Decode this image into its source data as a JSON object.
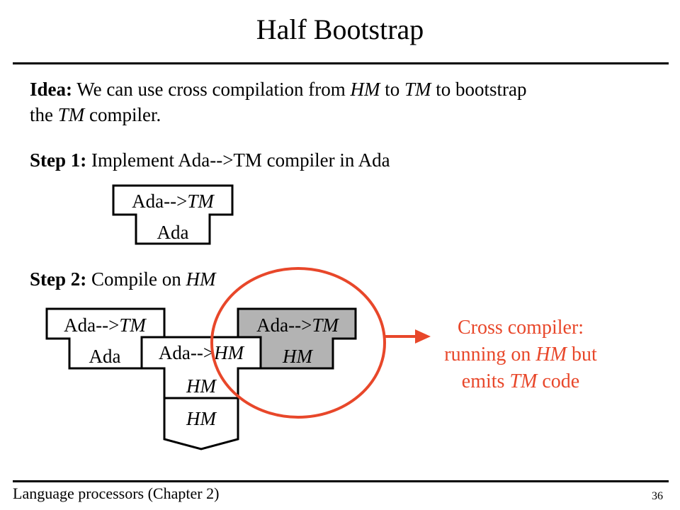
{
  "title": "Half Bootstrap",
  "idea": {
    "label": "Idea:",
    "p1": " We can use cross compilation from ",
    "hm": "HM",
    "p2": " to ",
    "tm": "TM",
    "p3": " to bootstrap",
    "line2a": "the ",
    "line2tm": "TM",
    "line2b": " compiler."
  },
  "step1": {
    "label": "Step 1:",
    "text": " Implement Ada-->TM compiler in Ada"
  },
  "step2": {
    "label": "Step 2:",
    "text": " Compile on ",
    "hm": "HM"
  },
  "diagram": {
    "step1_tdiagram": {
      "top": "Ada-->",
      "top_italic": "TM",
      "bottom": "Ada"
    },
    "step2_source": {
      "top": "Ada-->",
      "top_italic": "TM",
      "bottom": "Ada"
    },
    "step2_compiler": {
      "top": "Ada-->",
      "top_italic": "HM",
      "bottom": "HM"
    },
    "step2_machine": {
      "label": "HM"
    },
    "step2_result": {
      "top": "Ada-->",
      "top_italic": "TM",
      "bottom": "HM"
    }
  },
  "cross_compiler_note": {
    "line1": "Cross compiler:",
    "line2a": "running on ",
    "line2hm": "HM",
    "line2b": " but",
    "line3a": "emits ",
    "line3tm": "TM",
    "line3b": " code"
  },
  "colors": {
    "highlight": "#e8472a",
    "result_fill": "#b3b3b3"
  },
  "footer": {
    "left": "Language processors (Chapter 2)",
    "page": "36"
  }
}
